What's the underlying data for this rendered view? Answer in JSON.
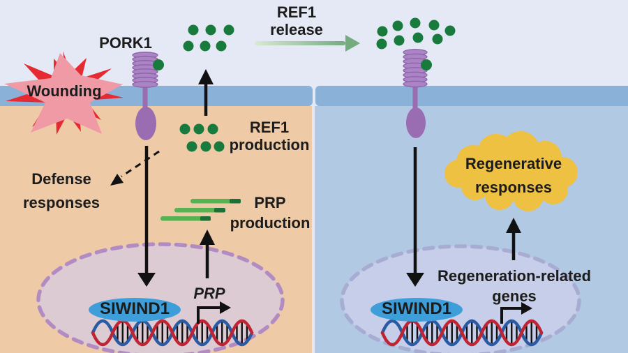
{
  "figure": {
    "description_labels": {
      "wounding": "Wounding",
      "pork1": "PORK1",
      "ref1_release": [
        "REF1",
        "release"
      ],
      "defense": [
        "Defense",
        "responses"
      ],
      "ref1_production": [
        "REF1",
        "production"
      ],
      "prp_production": [
        "PRP",
        "production"
      ],
      "prp_gene": "PRP",
      "siwind1_left": "SIWIND1",
      "siwind1_right": "SIWIND1",
      "regenerative": [
        "Regenerative",
        "responses"
      ],
      "regen_genes": [
        "Regeneration-related",
        "genes"
      ]
    },
    "colors": {
      "background": "#e4e9f5",
      "membrane": "#8ab1d8",
      "left_cell": "#eecba6",
      "right_cell": "#b2c9e3",
      "left_nucleus_fill": "#dccbd3",
      "left_nucleus_border": "#b28bc2",
      "right_nucleus_fill": "#c7cee9",
      "right_nucleus_border": "#a7add2",
      "star_outer": "#e62a31",
      "star_inner": "#f09aa6",
      "receptor": "#9a6cb1",
      "receptor_coil": "#ab84c6",
      "receptor_coil_edge": "#8d61a8",
      "peptide_green": "#187a3c",
      "prp_bar_light": "#56b351",
      "prp_bar_dark": "#1c6f36",
      "cloud_yellow": "#efc143",
      "wind1_ellipse_blue": "#3d9ed9",
      "dna_blue": "#2a5aa2",
      "dna_red": "#bf2433",
      "release_arrow_start": "#d8e9d4",
      "release_arrow_end": "#74ac80",
      "arrow_black": "#111111",
      "text": "#1c1c1c"
    }
  }
}
